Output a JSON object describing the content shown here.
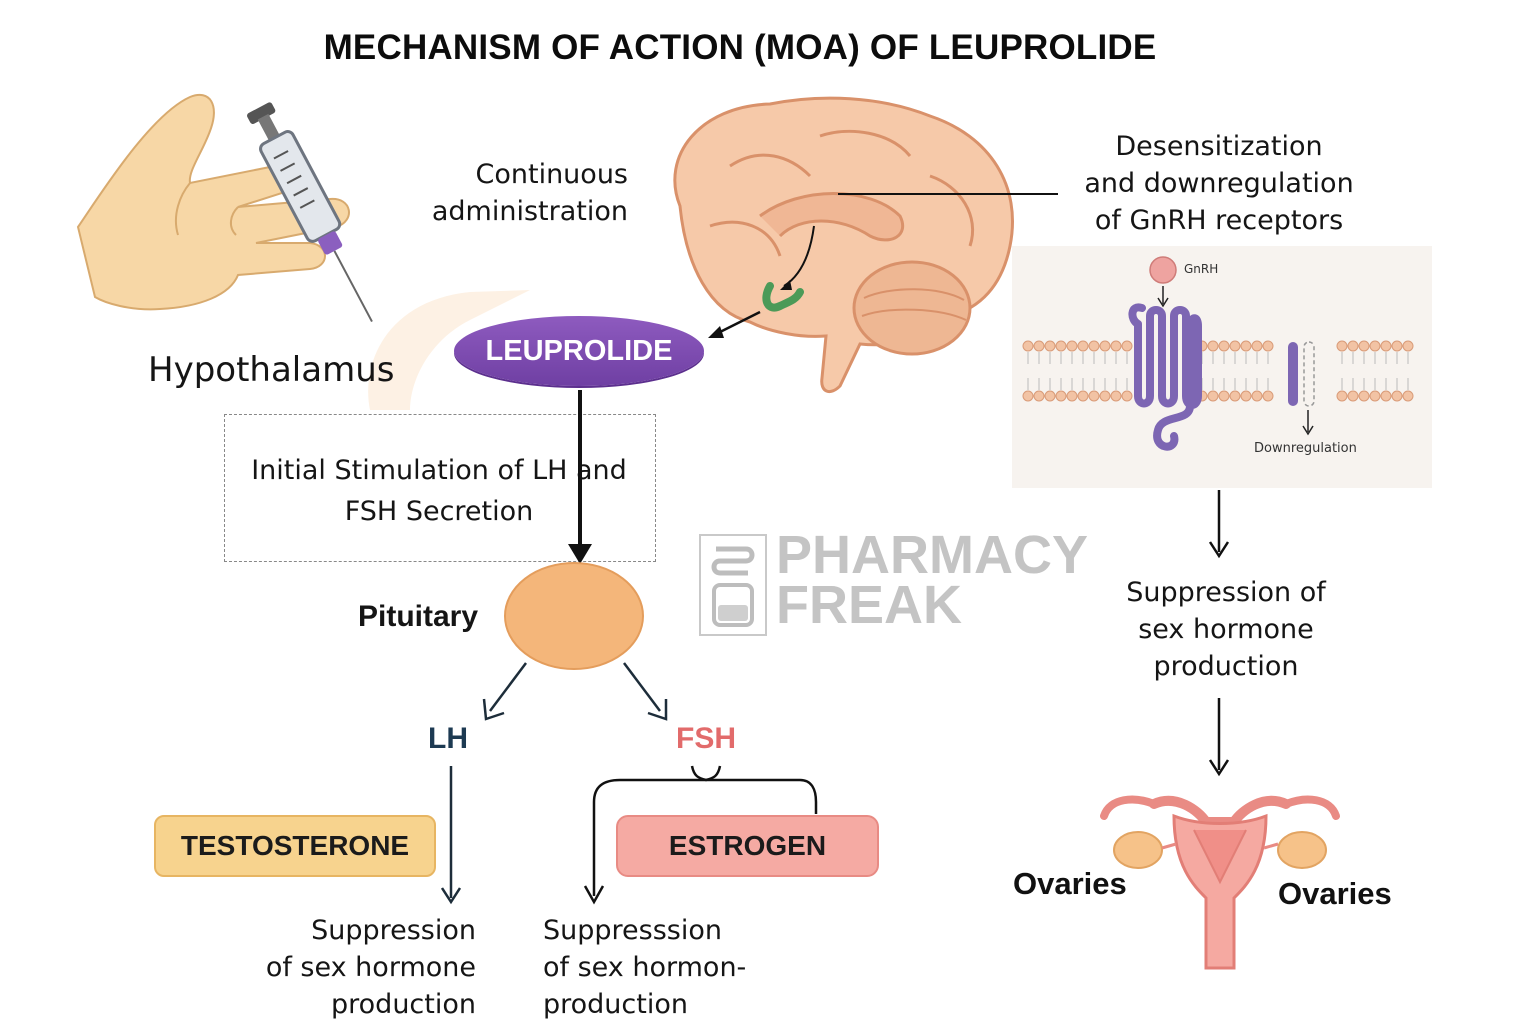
{
  "title": "MECHANISM OF ACTION (MOA) OF LEUPROLIDE",
  "labels": {
    "continuous_administration": "Continuous administration",
    "hypothalamus": "Hypothalamus",
    "leuprolide": "LEUPROLIDE",
    "initial_stimulation": "Initial Stimulation of LH and FSH Secretion",
    "pituitary": "Pituitary",
    "lh": "LH",
    "fsh": "FSH",
    "testosterone": "TESTOSTERONE",
    "estrogen": "ESTROGEN",
    "suppression_left_1": "Suppression",
    "suppression_left_2": "of sex hormone",
    "suppression_left_3": "production",
    "suppression_mid_1": "Suppresssion",
    "suppression_mid_2": "of sex hormon-",
    "suppression_mid_3": "production",
    "desensitization_1": "Desensitization",
    "desensitization_2": "and downregulation",
    "desensitization_3": "of GnRH receptors",
    "gnrh": "GnRH",
    "downregulation": "Downregulation",
    "suppression_right_1": "Suppression of",
    "suppression_right_2": "sex hormone",
    "suppression_right_3": "production",
    "ovaries_left": "Ovaries",
    "ovaries_right": "Ovaries"
  },
  "watermark": {
    "line1": "PHARMACY",
    "line2": "FREAK"
  },
  "colors": {
    "leuprolide_fill": "#7a48ad",
    "pituitary_fill": "#f4b67a",
    "lh_text": "#1d3a52",
    "fsh_text": "#e26b6b",
    "testosterone_fill": "#f7d38e",
    "estrogen_fill": "#f5aaa3",
    "brain_fill": "#f6c9a9",
    "receptor_purple": "#7d66b3",
    "membrane_head": "#f2c3a4"
  }
}
